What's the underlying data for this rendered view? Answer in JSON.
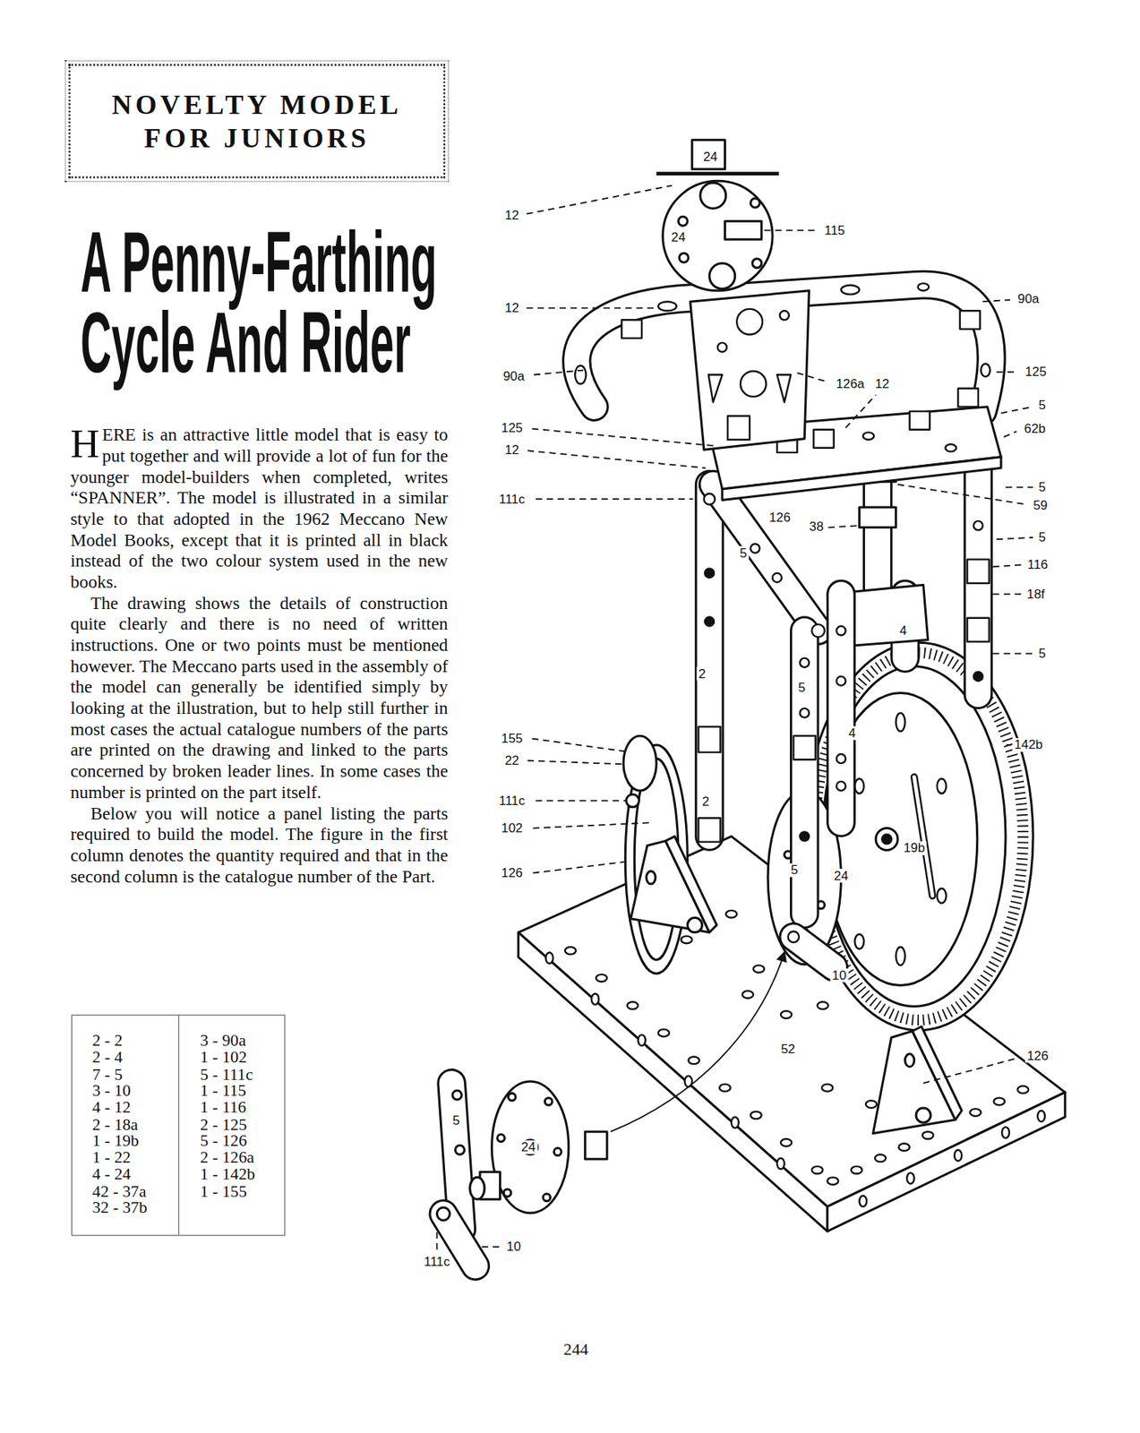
{
  "diagram": {
    "title": "A Penny-Farthing Cycle And Rider",
    "nodes": [
      {
        "text": [
          "NOVELTY MODEL FOR JUNIORS"
        ]
      }
    ],
    "labels": [
      "HERE is an attractive little model that is easy to put together and will provide a lot of fun for the younger model-builders when completed, writes “SPANNER”. The model is illustrated in a similar style to that adopted in the 1962 Meccano New Model Books, except that it is printed all in black instead of the two colour system used in the new books.",
      "The drawing shows the details of construction quite clearly and there is no need of written instructions. One or two points must be mentioned however. The Meccano parts used in the assembly of the model can generally be identified simply by looking at the illustration, but to help still further in most cases the actual catalogue numbers of the parts are printed on the drawing and linked to the parts concerned by broken leader lines. In some cases the number is printed on the part itself.",
      "Below you will notice a panel listing the parts required to build the model. The figure in the first column denotes the quantity required and that in the second column is the catalogue number of the Part.",
      "2 - 2",
      "2 - 4",
      "7 - 5",
      "3 - 10",
      "4 - 12",
      "2 - 18a",
      "1 - 19b",
      "1 - 22",
      "4 - 24",
      "42 - 37a",
      "32 - 37b",
      "3 - 90a",
      "1 - 102",
      "5 - 111c",
      "1 - 115",
      "1 - 116",
      "2 - 125",
      "5 - 126",
      "2 - 126a",
      "1 - 142b",
      "1 - 155",
      "24",
      "12",
      "24",
      "115",
      "12",
      "90a",
      "90a",
      "125",
      "126a",
      "12",
      "5",
      "125",
      "62b",
      "12",
      "5",
      "111c",
      "59",
      "126",
      "38",
      "5",
      "5",
      "116",
      "18f",
      "4",
      "5",
      "2",
      "5",
      "4",
      "155",
      "142b",
      "22",
      "111c",
      "2",
      "102",
      "19b",
      "126",
      "5",
      "24",
      "10",
      "52",
      "126",
      "5",
      "24",
      "10",
      "111c",
      "244"
    ]
  }
}
